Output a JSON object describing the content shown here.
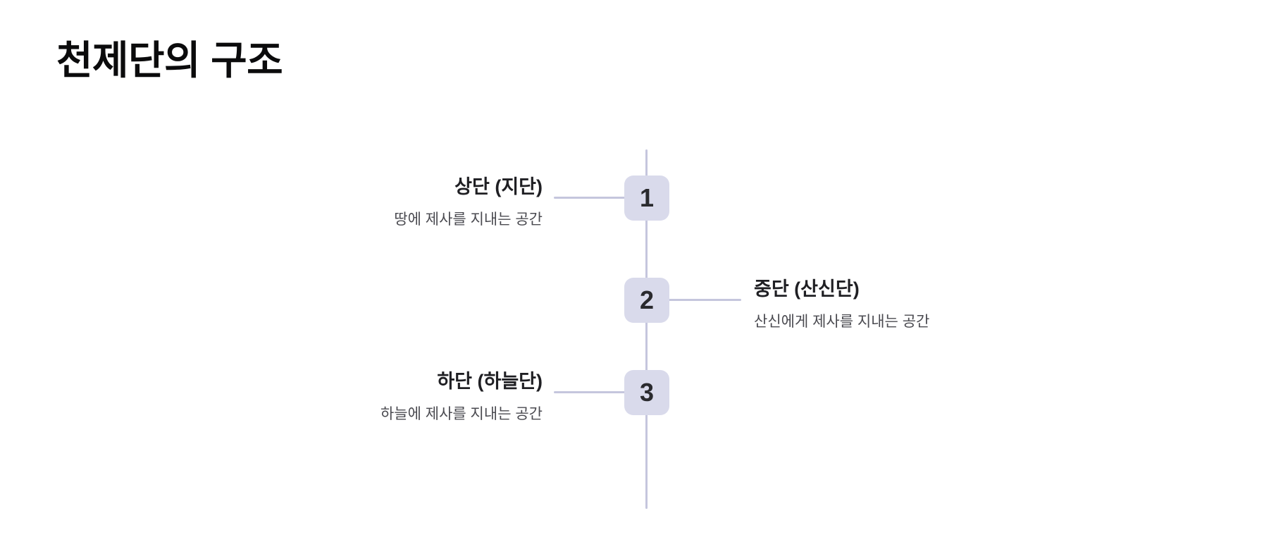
{
  "page": {
    "title": "천제단의 구조",
    "background_color": "#ffffff",
    "accent_color": "#c5c6dd",
    "node_fill_color": "#d9daeb",
    "title_color": "#0b0b0c"
  },
  "timeline": {
    "orientation": "vertical",
    "spine_color": "#c5c6dd",
    "items": [
      {
        "number": "1",
        "label": "상단 (지단)",
        "description": "땅에 제사를 지내는 공간",
        "side": "left"
      },
      {
        "number": "2",
        "label": "중단 (산신단)",
        "description": "산신에게 제사를 지내는 공간",
        "side": "right"
      },
      {
        "number": "3",
        "label": "하단 (하늘단)",
        "description": "하늘에 제사를 지내는 공간",
        "side": "left"
      }
    ]
  }
}
